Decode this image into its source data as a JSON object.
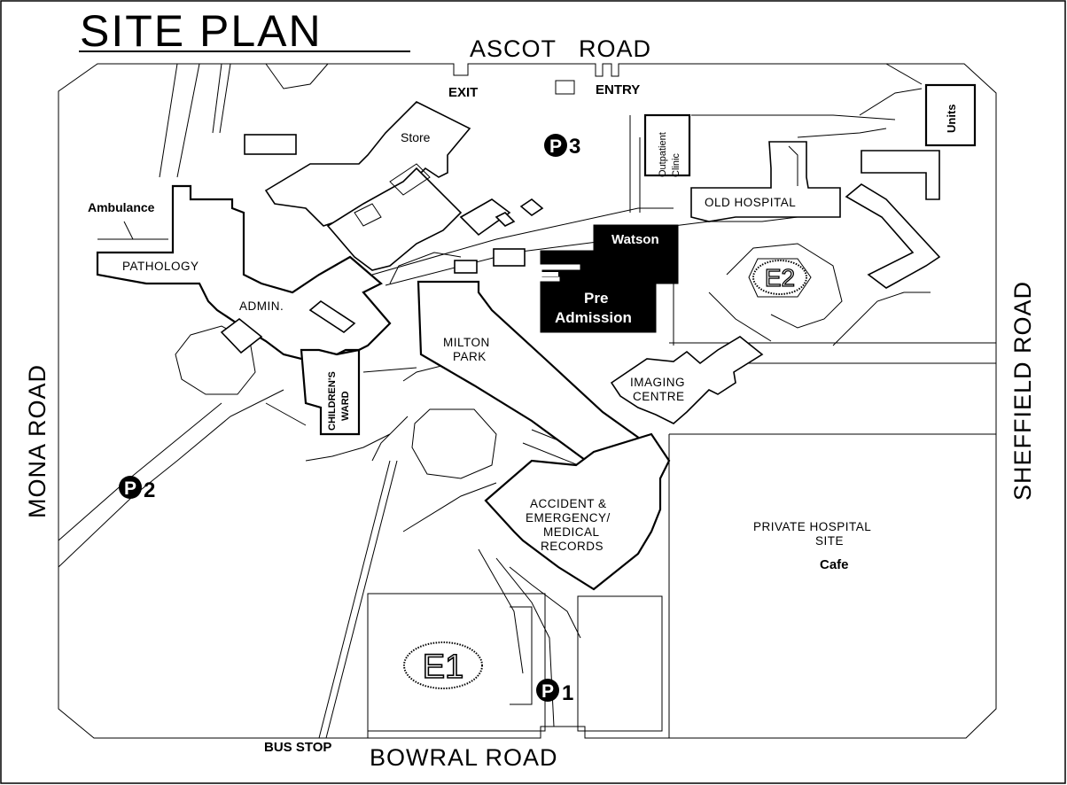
{
  "title": "SITE PLAN",
  "roads": {
    "ascot": "ASCOT   ROAD",
    "sheffield": "SHEFFIELD ROAD",
    "mona": "MONA ROAD",
    "bowral": "BOWRAL ROAD"
  },
  "access": {
    "exit": "EXIT",
    "entry": "ENTRY",
    "bus_stop": "BUS STOP"
  },
  "parking": {
    "p1": "1",
    "p2": "2",
    "p3": "3",
    "symbol": "P"
  },
  "entrances": {
    "e1": "E1",
    "e2": "E2"
  },
  "buildings": {
    "store": "Store",
    "ambulance": "Ambulance",
    "pathology": "PATHOLOGY",
    "admin": "ADMIN.",
    "childrens_ward_1": "CHILDREN'S",
    "childrens_ward_2": "WARD",
    "milton_park_1": "MILTON",
    "milton_park_2": "PARK",
    "outpatient_1": "Outpatient",
    "outpatient_2": "Clinic",
    "old_hospital": "OLD HOSPITAL",
    "units": "Units",
    "watson": "Watson",
    "pre_admission_1": "Pre",
    "pre_admission_2": "Admission",
    "imaging_1": "IMAGING",
    "imaging_2": "CENTRE",
    "ae_1": "ACCIDENT &",
    "ae_2": "EMERGENCY/",
    "ae_3": "MEDICAL",
    "ae_4": "RECORDS",
    "private_1": "PRIVATE HOSPITAL",
    "private_2": "SITE",
    "cafe": "Cafe"
  }
}
